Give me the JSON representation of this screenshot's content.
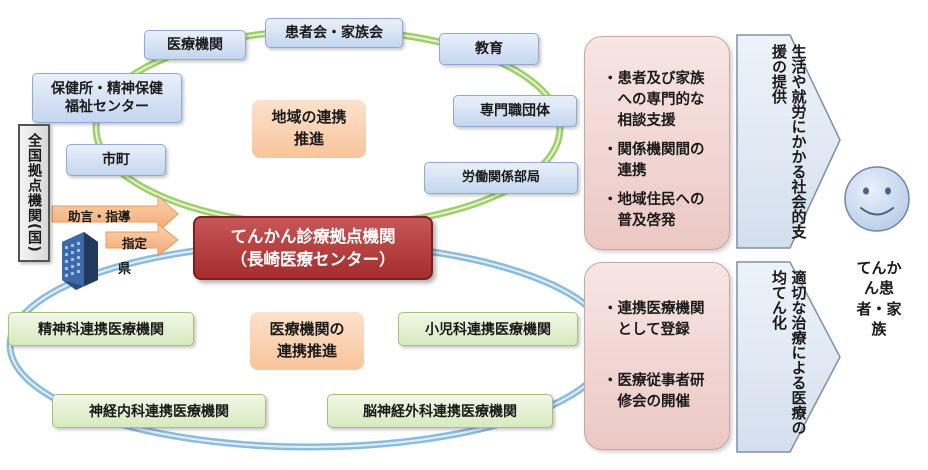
{
  "top_network": {
    "nodes": [
      "医療機関",
      "患者会・家族会",
      "教育",
      "保健所・精神保健\n福祉センター",
      "専門職団体",
      "市町",
      "労働関係部局"
    ],
    "center_label": "地域の連携\n推進"
  },
  "national_center": "全国拠点機関(国)",
  "prefecture": "県",
  "arrows": {
    "advice": "助言・指導",
    "designate": "指定"
  },
  "core_center": {
    "line1": "てんかん診療拠点機関",
    "line2": "（長崎医療センター）"
  },
  "bottom_network": {
    "nodes": [
      "精神科連携医療機関",
      "小児科連携医療機関",
      "神経内科連携医療機関",
      "脳神経外科連携医療機関"
    ],
    "center_label": "医療機関の\n連携推進"
  },
  "panel_upper": {
    "items": [
      "・患者及び家族\n　への専門的な\n　相談支援",
      "・関係機関間の\n　連携",
      "・地域住民への\n　普及啓発"
    ]
  },
  "panel_lower": {
    "items": [
      "・連携医療機関\n　として登録",
      "・医療従事者研\n　修会の開催"
    ]
  },
  "outcome_upper": "生活や就労にかかる社会的支援の提供",
  "outcome_lower": "適切な治療による医療の均てん化",
  "recipient": "てんかん患者・家族",
  "colors": {
    "center_red": "#b03a3a",
    "blue_box": "#c5d6ef",
    "green_box": "#d8eac0",
    "orange_label": "#f8c49c",
    "pink_panel": "#ecc8c4",
    "ring_green": "#8cc152",
    "ring_blue": "#7fb2d6",
    "arrow_orange": "#f6b98a"
  },
  "icons": [
    "building-icon",
    "smiley-face-icon"
  ]
}
